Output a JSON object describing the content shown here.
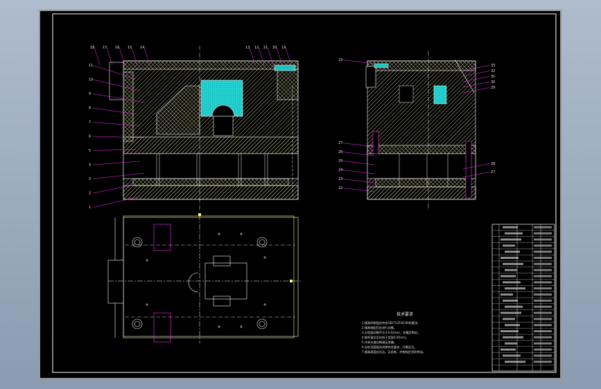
{
  "drawing": {
    "colors": {
      "background": "#000000",
      "frame": "#ffffff",
      "hatch": "#c8c8a0",
      "cavity": "#22d3d3",
      "leader": "#ff33ff",
      "centerline": "#ffffff",
      "guide_line": "#ffff66"
    },
    "front_view_labels": {
      "left": [
        "11",
        "10",
        "9",
        "8",
        "7",
        "6",
        "5",
        "4",
        "3",
        "2",
        "1"
      ],
      "top": [
        "18",
        "17",
        "16",
        "15",
        "14",
        "13",
        "12",
        "21",
        "20",
        "19"
      ]
    },
    "side_view_labels": {
      "left": [
        "23",
        "27",
        "26",
        "25",
        "24",
        "23",
        "22"
      ],
      "right": [
        "33",
        "32",
        "31",
        "30",
        "29",
        "28",
        "27"
      ]
    },
    "technical_notes": {
      "title": "技术要求",
      "items": [
        "1.模具的装配应符合GB/T12556-90的要求。",
        "2.模具装配后应进行试模。",
        "3.分型面间隙不大于0.02mm，合模后密封。",
        "4.推杆复位后应低于型面0.05mm。",
        "5.冷却水道应畅通无渗漏。",
        "6.导柱导套配合间隙符合要求，开模灵活。",
        "7.模具表面应光洁，无毛刺，并按规定涂防锈油。"
      ]
    },
    "title_block": {
      "rows": 24
    }
  }
}
